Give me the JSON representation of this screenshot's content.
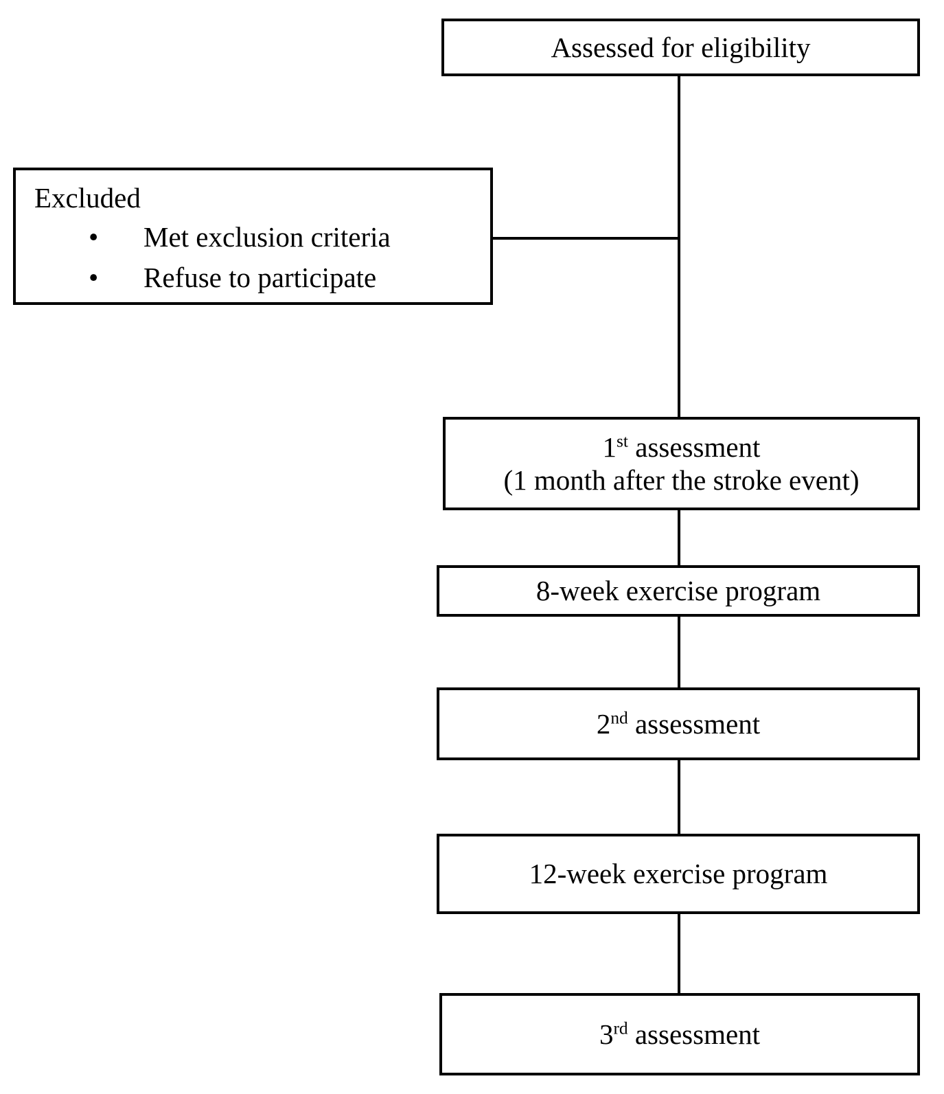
{
  "diagram": {
    "type": "flowchart",
    "title": "Study protocol flow diagram",
    "orientation": "vertical",
    "colors": {
      "box_border": "#000000",
      "box_fill": "#ffffff",
      "connector": "#000000",
      "text": "#000000"
    }
  },
  "nodes": {
    "eligibility": {
      "text": "Assessed for eligibility"
    },
    "excluded": {
      "heading": "Excluded",
      "bullet_glyph": "•",
      "items": [
        "Met exclusion criteria",
        "Refuse to participate"
      ]
    },
    "assessment1": {
      "line1_prefix": "1",
      "line1_ordinal": "st",
      "line1_suffix": " assessment",
      "line2": "(1 month after the stroke event)"
    },
    "program8": {
      "text": "8-week exercise program"
    },
    "assessment2": {
      "prefix": "2",
      "ordinal": "nd",
      "suffix": " assessment"
    },
    "program12": {
      "text": "12-week exercise program"
    },
    "assessment3": {
      "prefix": "3",
      "ordinal": "rd",
      "suffix": " assessment"
    }
  },
  "connectors": [
    {
      "name": "eligibility-to-assessment1",
      "from": "eligibility",
      "to": "assessment1",
      "direction": "vertical"
    },
    {
      "name": "excluded-horizontal",
      "from": "excluded",
      "to": "eligibility-to-assessment1",
      "direction": "horizontal"
    },
    {
      "name": "assessment1-to-program8",
      "from": "assessment1",
      "to": "program8",
      "direction": "vertical"
    },
    {
      "name": "program8-to-assessment2",
      "from": "program8",
      "to": "assessment2",
      "direction": "vertical"
    },
    {
      "name": "assessment2-to-program12",
      "from": "assessment2",
      "to": "program12",
      "direction": "vertical"
    },
    {
      "name": "program12-to-assessment3",
      "from": "program12",
      "to": "assessment3",
      "direction": "vertical"
    }
  ]
}
